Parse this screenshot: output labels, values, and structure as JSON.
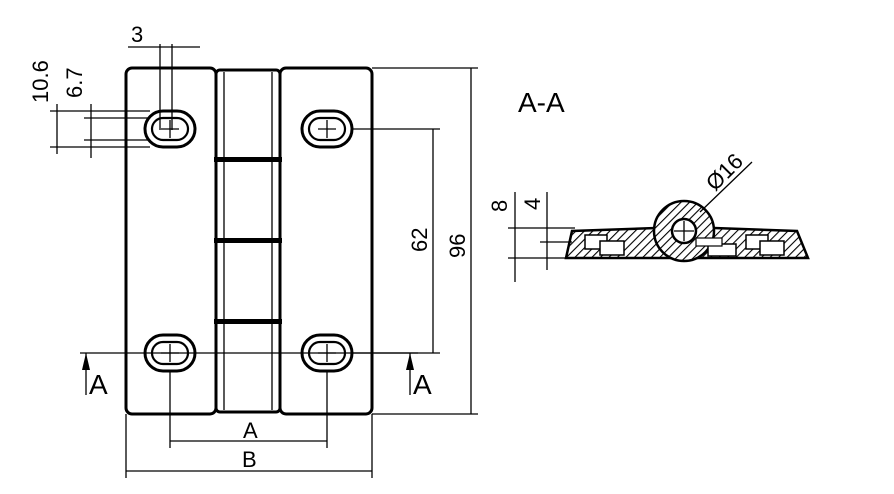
{
  "dimensions": {
    "slot_width": "3",
    "slot_outer_height": "10.6",
    "slot_inner_height": "6.7",
    "hole_spacing_vertical": "62",
    "overall_height": "96",
    "hole_spacing_horizontal": "A",
    "overall_width": "B",
    "section_total_height": "8",
    "section_plate_thickness": "4",
    "pin_diameter": "Ø16"
  },
  "section": {
    "title": "A-A",
    "cut_label_left": "A",
    "cut_label_right": "A"
  }
}
